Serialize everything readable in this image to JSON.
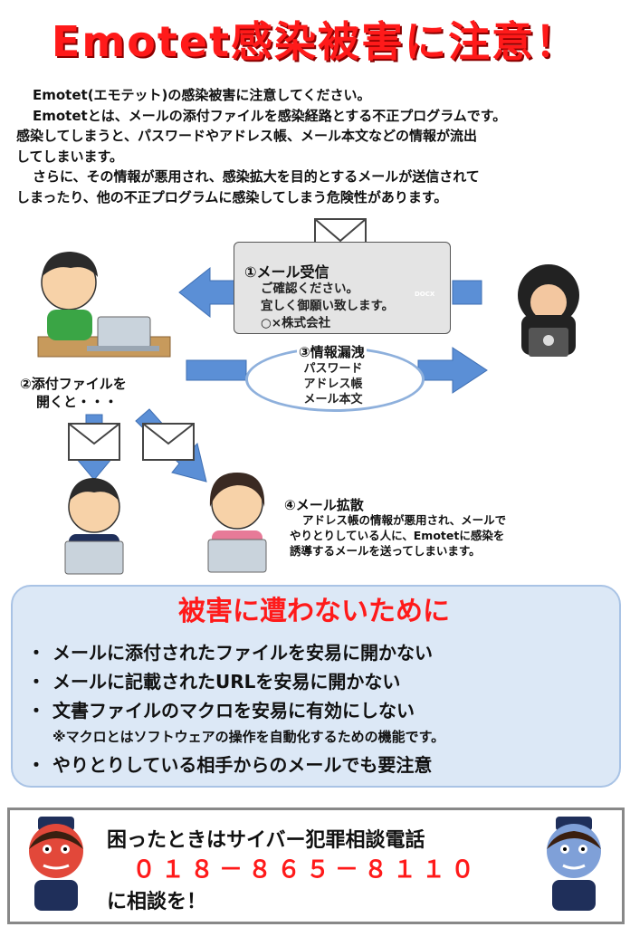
{
  "title": "Emotet感染被害に注意！",
  "intro": {
    "p1": "Emotet(エモテット)の感染被害に注意してください。",
    "p2a": "Emotetとは、メールの添付ファイルを感染経路とする不正プログラムです。",
    "p2b": "感染してしまうと、パスワードやアドレス帳、メール本文などの情報が流出",
    "p2c": "してしまいます。",
    "p3a": "さらに、その情報が悪用され、感染拡大を目的とするメールが送信されて",
    "p3b": "しまったり、他の不正プログラムに感染してしまう危険性があります。"
  },
  "diagram": {
    "step1_title": "①メール受信",
    "step1_lines": [
      "ご確認ください。",
      "宜しく御願い致します。",
      "○×株式会社"
    ],
    "doc_label": "DOCX",
    "step2_line1": "②添付ファイルを",
    "step2_line2": "開くと・・・",
    "step3_title": "③情報漏洩",
    "step3_lines": [
      "パスワード",
      "アドレス帳",
      "メール本文"
    ],
    "step4_title": "④メール拡散",
    "step4_lines": [
      "アドレス帳の情報が悪用され、メールで",
      "やりとりしている人に、Emotetに感染を",
      "誘導するメールを送ってしまいます。"
    ]
  },
  "tips": {
    "heading": "被害に遭わないために",
    "bullet": "・",
    "items": [
      "メールに添付されたファイルを安易に開かない",
      "メールに記載されたURLを安易に開かない",
      "文書ファイルのマクロを安易に有効にしない",
      "やりとりしている相手からのメールでも要注意"
    ],
    "note": "※マクロとはソフトウェアの操作を自動化するための機能です。"
  },
  "consult": {
    "line1": "困ったときはサイバー犯罪相談電話",
    "phone": "０１８－８６５－８１１０",
    "line3": "に相談を！"
  },
  "colors": {
    "title_red": "#ff1a1a",
    "arrow_blue": "#5b8fd6",
    "tips_bg": "#dce8f6"
  }
}
